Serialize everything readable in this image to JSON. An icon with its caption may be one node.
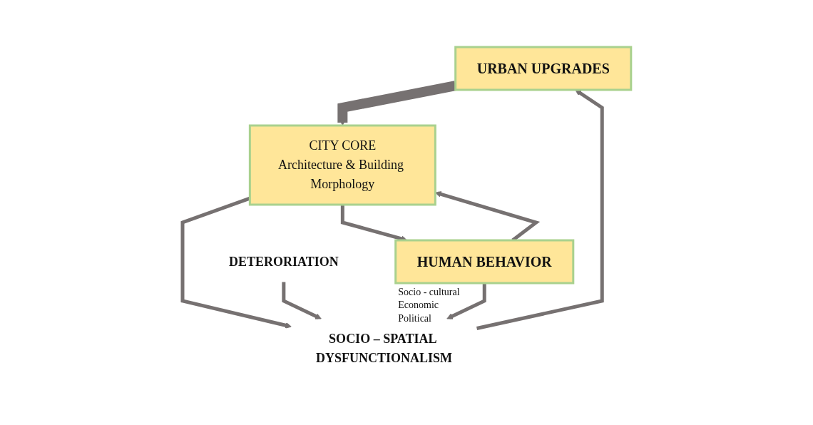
{
  "diagram": {
    "nodes": [
      {
        "text": [
          "URBAN UPGRADES"
        ]
      },
      {
        "text": [
          "CITY CORE",
          "Architecture & Building Morphology"
        ]
      },
      {
        "text": [
          "HUMAN BEHAVIOR"
        ],
        "beside": [
          "Socio - cultural",
          "Economic",
          "Political"
        ]
      },
      {
        "text": [
          "SOCIO – SPATIAL DYSFUNCTIONALISM"
        ]
      },
      {
        "text": [
          "DETERORIATION"
        ]
      }
    ],
    "edges": [
      {
        "from": 0,
        "to": 1,
        "arrow": "to",
        "style": "thick"
      },
      {
        "from": 3,
        "to": 0,
        "arrow": "to"
      },
      {
        "from": 1,
        "to": 3,
        "arrow": "to"
      },
      {
        "from": 4,
        "to": 3,
        "arrow": "to"
      },
      {
        "from": 2,
        "to": 3,
        "arrow": "to"
      },
      {
        "from": 2,
        "to": 1,
        "arrow": "to"
      },
      {
        "from": 1,
        "to": 2,
        "arrow": "to"
      }
    ]
  }
}
